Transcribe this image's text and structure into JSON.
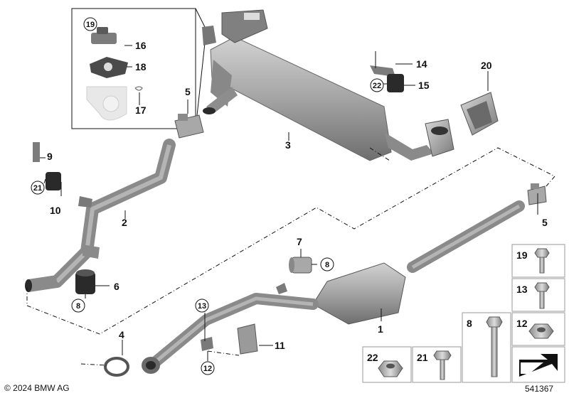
{
  "diagram": {
    "callouts": {
      "c1": "1",
      "c2": "2",
      "c3": "3",
      "c4": "4",
      "c5a": "5",
      "c5b": "5",
      "c6": "6",
      "c7": "7",
      "c8a": "8",
      "c8b": "8",
      "c8c": "8",
      "c9": "9",
      "c10": "10",
      "c11": "11",
      "c12a": "12",
      "c12b": "12",
      "c13a": "13",
      "c13b": "13",
      "c14": "14",
      "c15": "15",
      "c16": "16",
      "c17": "17",
      "c18": "18",
      "c19a": "19",
      "c19b": "19",
      "c20": "20",
      "c21a": "21",
      "c21b": "21",
      "c22a": "22",
      "c22b": "22"
    },
    "colors": {
      "pipe": "#8a8a8a",
      "pipe_dark": "#5f5f5f",
      "muffler": "#9b9b9b",
      "muffler_light": "#c4c4c4",
      "rubber": "#2a2a2a",
      "line": "#111111"
    }
  },
  "footer": {
    "copyright": "© 2024 BMW AG",
    "doc_id": "541367"
  }
}
